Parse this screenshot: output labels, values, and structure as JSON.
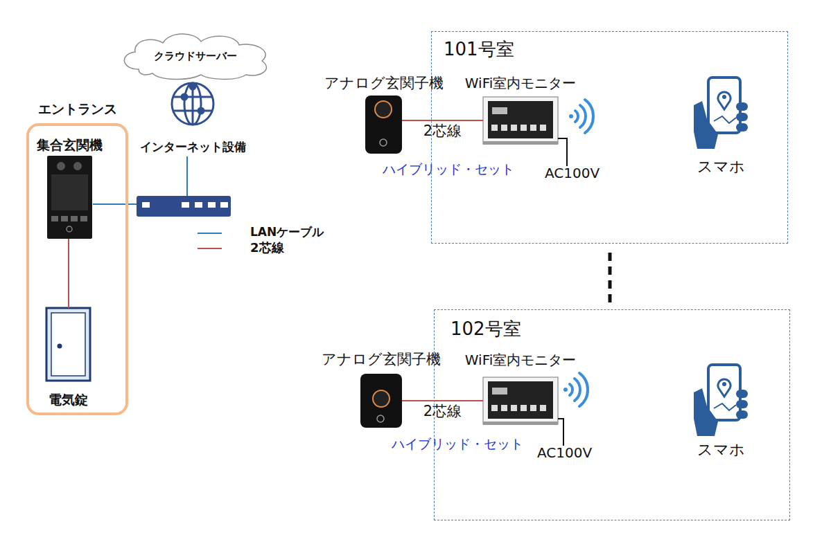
{
  "diagram": {
    "nodes": [
      {
        "text": [
          "クラウドサーバー"
        ]
      },
      {
        "text": [
          "インターネット設備"
        ]
      },
      {
        "text": [
          "エントランス"
        ]
      },
      {
        "text": [
          "集合玄関機"
        ],
        "in": 2
      },
      {
        "text": [
          "電気錠"
        ],
        "in": 2
      },
      {
        "text": [
          "101号室"
        ]
      },
      {
        "text": [
          "アナログ玄関子機"
        ]
      },
      {
        "text": [
          "WiFi室内モニター"
        ],
        "in": 5
      },
      {
        "text": [
          "スマホ"
        ],
        "in": 5
      },
      {
        "text": [
          "102号室"
        ]
      },
      {
        "text": [
          "アナログ玄関子機"
        ]
      },
      {
        "text": [
          "WiFi室内モニター"
        ],
        "in": 9
      },
      {
        "text": [
          "スマホ"
        ],
        "in": 9
      }
    ],
    "edges": [
      {
        "from": 3,
        "to": 4,
        "arrow": "none"
      },
      {
        "from": 6,
        "to": 7,
        "label": "2芯線",
        "arrow": "none"
      },
      {
        "from": 10,
        "to": 11,
        "label": "2芯線",
        "arrow": "none"
      }
    ],
    "labels": [
      "ハイブリッド・セット",
      "AC100V",
      "ハイブリッド・セット",
      "AC100V"
    ],
    "legend": [
      {
        "text": "LANケーブル"
      },
      {
        "text": "2芯線"
      }
    ]
  }
}
